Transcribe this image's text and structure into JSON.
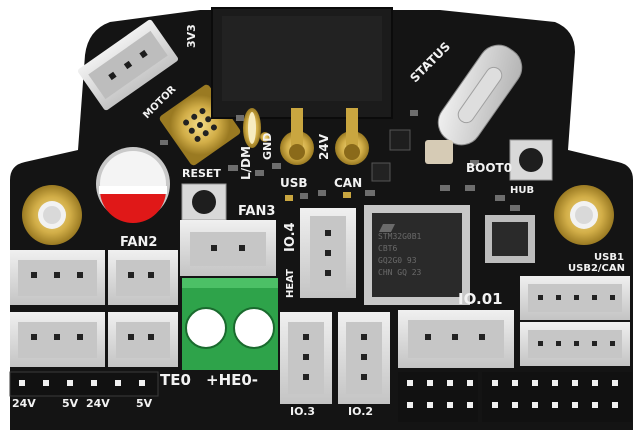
{
  "board": {
    "labels": {
      "v33": "3V3",
      "motor": "MOTOR",
      "status": "STATUS",
      "ldm": "L/DM",
      "gnd": "GND",
      "v24": "24V",
      "reset": "RESET",
      "usb": "USB",
      "can": "CAN",
      "boot0": "BOOT0",
      "hub": "HUB",
      "fan3": "FAN3",
      "fan2": "FAN2",
      "io4": "IO.4",
      "heat": "HEAT",
      "io01": "IO.01",
      "usb1": "USB1",
      "usb2can": "USB2/CAN",
      "te0": "TE0",
      "he0": "+HE0-",
      "io3": "IO.3",
      "io2": "IO.2",
      "b24v_a": "24V",
      "b5v_a": "5V",
      "b24v_b": "24V",
      "b5v_b": "5V"
    },
    "mcu_marking": [
      "STM32G0B1",
      "CBT6",
      "GQ2G0 93",
      "CHN GQ 23"
    ],
    "colors": {
      "pcb": "#141414",
      "silk": "#f2f2f2",
      "gold": "#c9a640",
      "terminal": "#2ea34a",
      "connector": "#d9d9d9",
      "socket": "#1e1e1e"
    }
  }
}
